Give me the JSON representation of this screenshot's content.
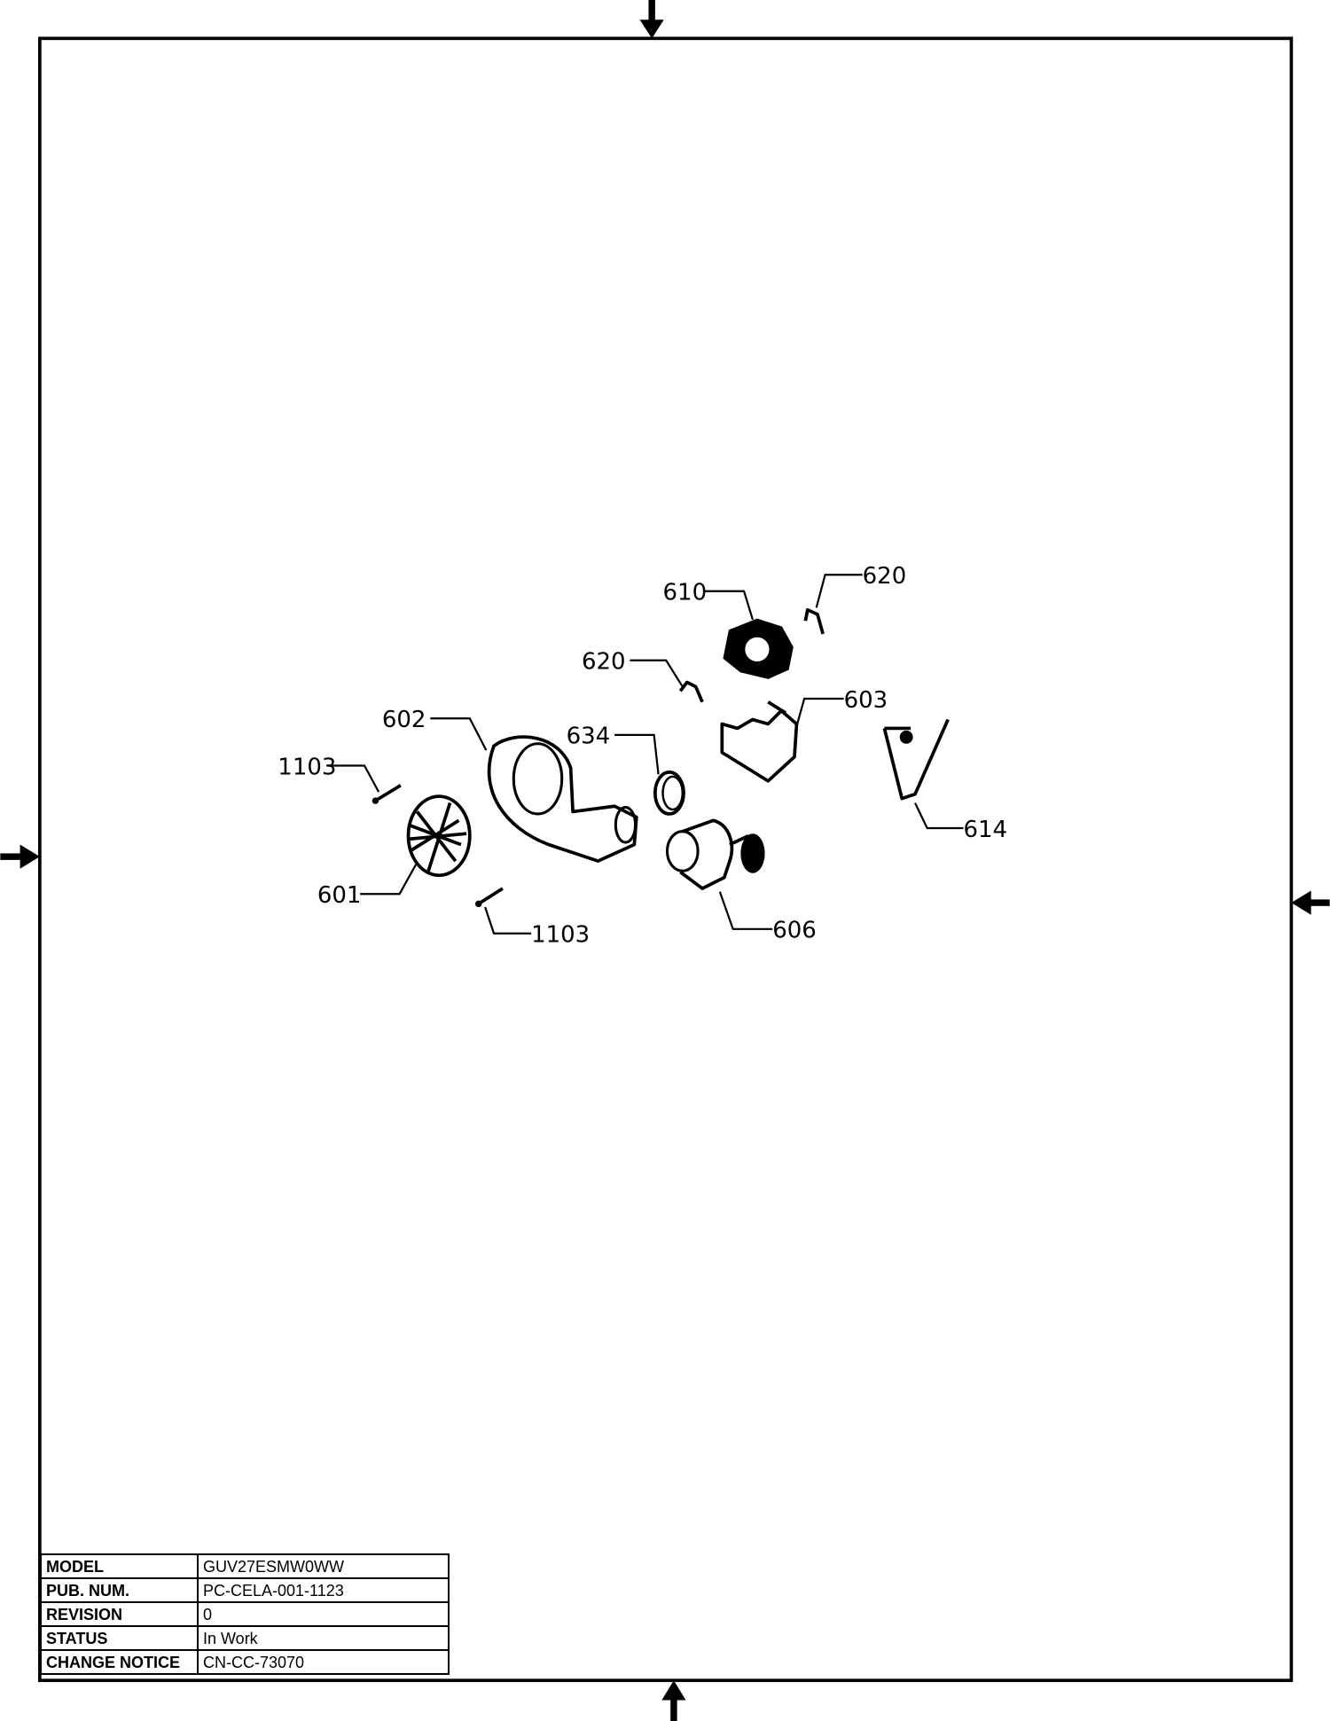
{
  "callouts": {
    "c610": "610",
    "c620a": "620",
    "c620b": "620",
    "c603": "603",
    "c602": "602",
    "c634": "634",
    "c1103a": "1103",
    "c601": "601",
    "c1103b": "1103",
    "c606": "606",
    "c614": "614"
  },
  "title_block": {
    "rows": [
      {
        "label": "MODEL",
        "value": "GUV27ESMW0WW"
      },
      {
        "label": "PUB. NUM.",
        "value": "PC-CELA-001-1123"
      },
      {
        "label": "REVISION",
        "value": "0"
      },
      {
        "label": "STATUS",
        "value": "In Work"
      },
      {
        "label": "CHANGE NOTICE",
        "value": "CN-CC-73070"
      }
    ]
  }
}
